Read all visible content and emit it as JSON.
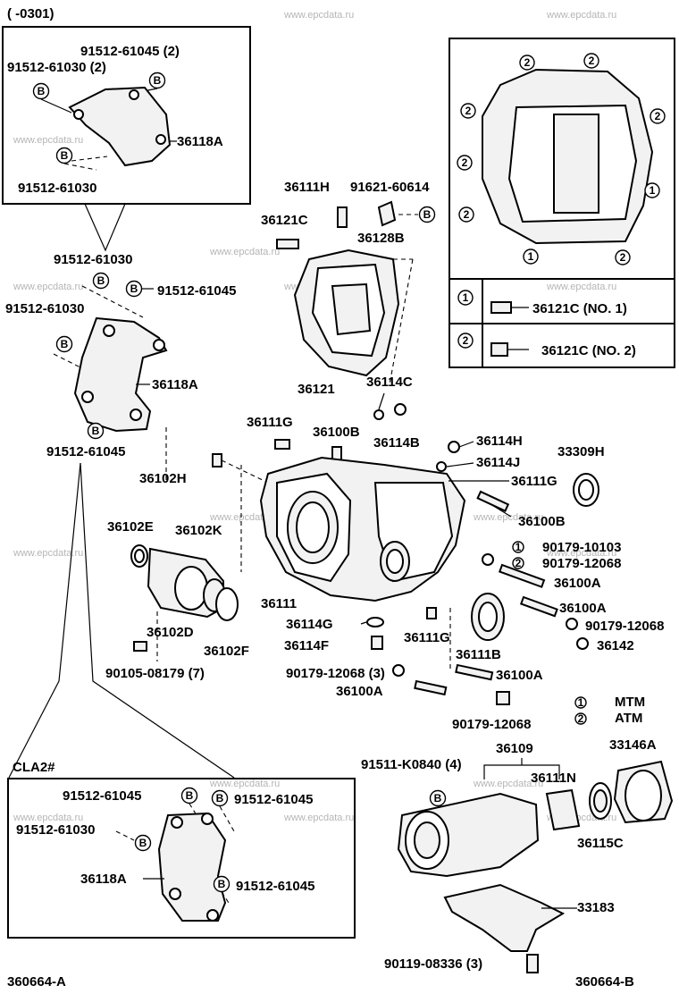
{
  "header": {
    "range": "( -0301)"
  },
  "watermark": "www.epcdata.ru",
  "marker_letter": "B",
  "note_marks": {
    "m1": "1",
    "m2": "2"
  },
  "footer": {
    "left_code": "360664-A",
    "right_code": "360664-B"
  },
  "inset_top": {
    "bolt_a": "91512-61045 (2)",
    "bolt_b": "91512-61030 (2)",
    "bracket": "36118A",
    "bolt_c": "91512-61030"
  },
  "inset_cover": {
    "legend_no1": "36121C (NO. 1)",
    "legend_no2": "36121C (NO. 2)"
  },
  "inset_cla2": {
    "title": "CLA2#",
    "bolt_top": "91512-61045",
    "bolt_right": "91512-61045",
    "bolt_left": "91512-61030",
    "bracket": "36118A",
    "bolt_lower": "91512-61045"
  },
  "bracket_main": {
    "bolt_top": "91512-61030",
    "bolt_right": "91512-61045",
    "bolt_left": "91512-61030",
    "label": "36118A",
    "bolt_bottom": "91512-61045"
  },
  "labels": {
    "p36111H": "36111H",
    "p91621": "91621-60614",
    "p36121C": "36121C",
    "p36128B": "36128B",
    "p36121": "36121",
    "p36114C": "36114C",
    "p36111G_a": "36111G",
    "p36100B_a": "36100B",
    "p36114B": "36114B",
    "p36114H": "36114H",
    "p36114J": "36114J",
    "p33309H": "33309H",
    "p36102H": "36102H",
    "p36111G_b": "36111G",
    "p36100B_b": "36100B",
    "p36102E": "36102E",
    "p36102K": "36102K",
    "p90179_10103": "90179-10103",
    "p90179_12068_a": "90179-12068",
    "p36100A_a": "36100A",
    "p36100A_b": "36100A",
    "p90179_12068_b": "90179-12068",
    "p36111": "36111",
    "p36114G": "36114G",
    "p36102D": "36102D",
    "p36102F": "36102F",
    "p36114F": "36114F",
    "p36111G_c": "36111G",
    "p36111B": "36111B",
    "p36142": "36142",
    "p90105": "90105-08179 (7)",
    "p90179_12068_c": "90179-12068 (3)",
    "p36100A_c": "36100A",
    "p36100A_d": "36100A",
    "p90179_12068_d": "90179-12068",
    "note1": "MTM",
    "note2": "ATM",
    "p36109": "36109",
    "p91511": "91511-K0840 (4)",
    "p36111N": "36111N",
    "p33146A": "33146A",
    "p36115C": "36115C",
    "p33183": "33183",
    "p90119": "90119-08336 (3)"
  }
}
